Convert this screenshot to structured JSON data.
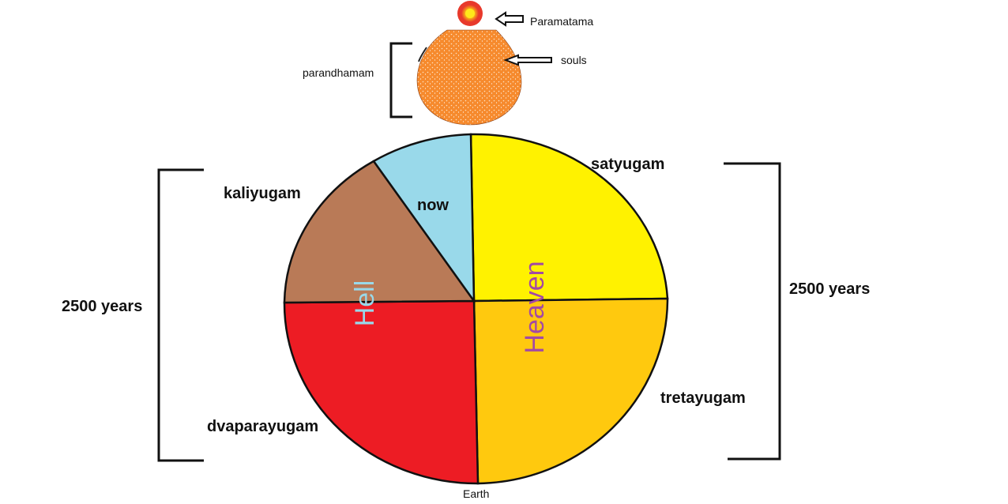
{
  "labels": {
    "paramatama": "Paramatama",
    "souls": "souls",
    "parandhamam": "parandhamam",
    "satyugam": "satyugam",
    "kaliyugam": "kaliyugam",
    "now": "now",
    "tretayugam": "tretayugam",
    "dvaparayugam": "dvaparayugam",
    "earth": "Earth",
    "left_years": "2500 years",
    "right_years": "2500 years",
    "hell": "Hell",
    "heaven": "Heaven"
  },
  "colors": {
    "satyugam": "#fff200",
    "tretayugam": "#ffc90e",
    "dvaparayugam": "#ed1c24",
    "kaliyugam": "#b97a57",
    "now": "#99d9ea",
    "parandhamam": "#f68a2d",
    "paramatama_glow": "#e8392b",
    "paramatama_core": "#ffe81a",
    "hell_text": "#99d9ea",
    "heaven_text": "#a349a4"
  }
}
